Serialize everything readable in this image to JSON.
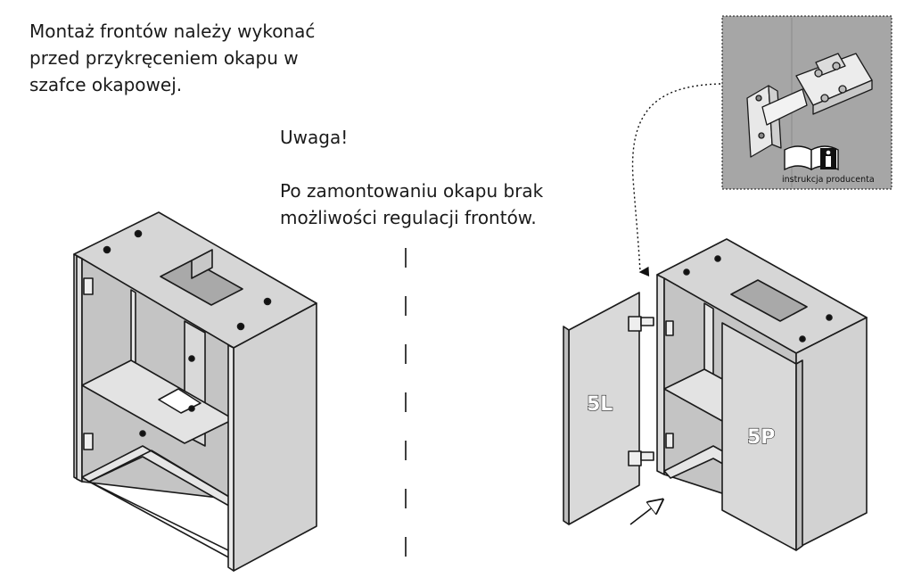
{
  "intro_lines": [
    "Montaż frontów należy wykonać",
    "przed przykręceniem okapu w",
    "szafce okapowej."
  ],
  "warning_title": "Uwaga!",
  "warning_lines": [
    "Po zamontowaniu okapu brak",
    "możliwości regulacji frontów."
  ],
  "door_left_label": "5L",
  "door_right_label": "5P",
  "inset_caption": "instrukcja producenta",
  "colors": {
    "panel": "#d9d9d9",
    "panel_dark": "#bdbdbd",
    "inset_bg": "#a6a6a6",
    "line": "#1a1a1a"
  }
}
